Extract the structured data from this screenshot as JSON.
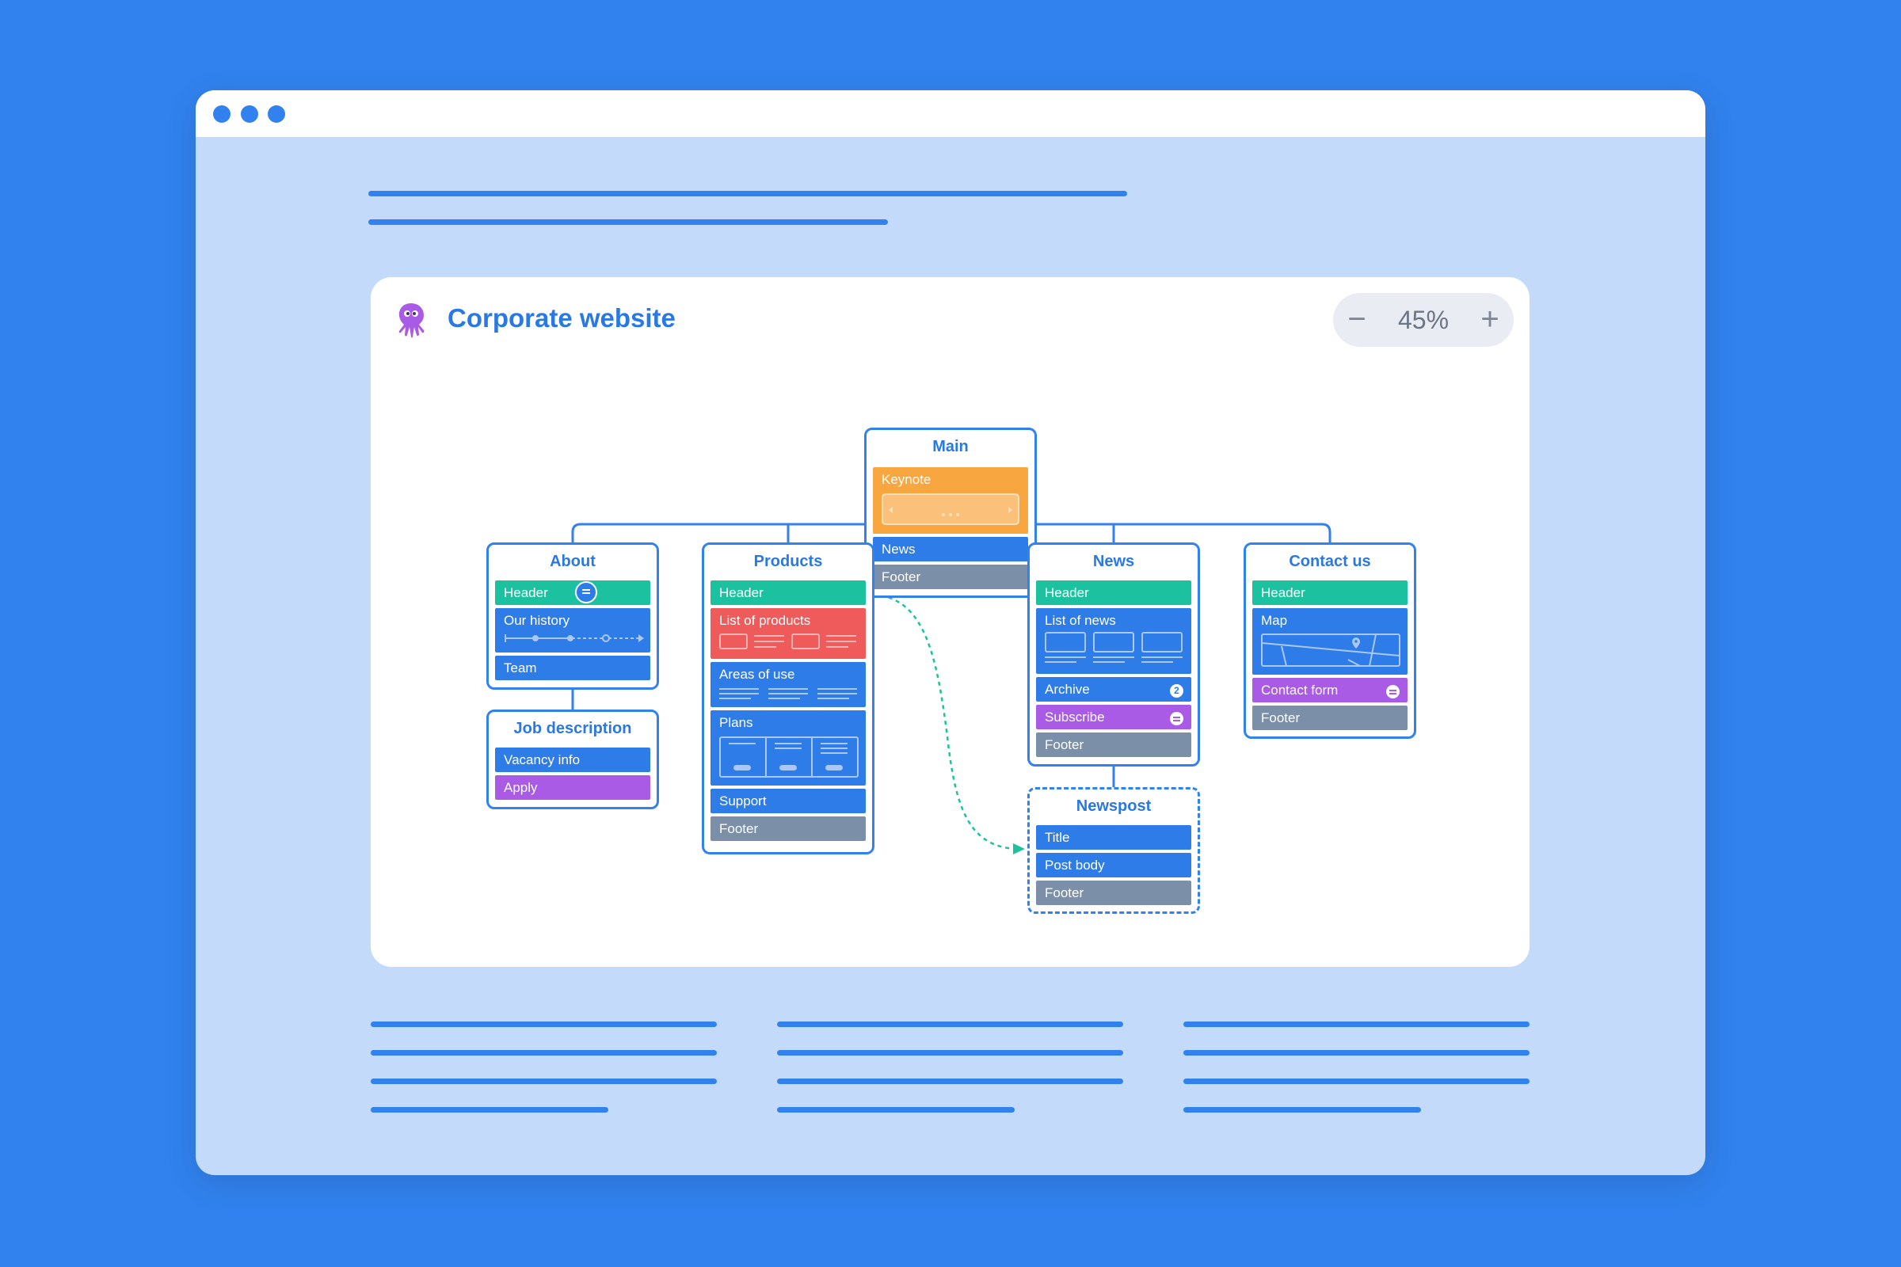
{
  "app": {
    "title": "Corporate website",
    "zoom": {
      "minus": "−",
      "value": "45%",
      "plus": "+"
    }
  },
  "colors": {
    "background": "#3182ee",
    "window": "#c3dafa",
    "accent": "#2a78e4",
    "header": "#1cc2a0",
    "section": "#2d7ce8",
    "highlight": "#ef5b5b",
    "keynote": "#f8a740",
    "form": "#a95be6",
    "footer": "#7b8fa9"
  },
  "icons": {
    "logo": "octopus-icon",
    "comment": "comment-icon",
    "map_pin": "map-pin-icon"
  },
  "nodes": {
    "main": {
      "title": "Main",
      "blocks": [
        "Keynote",
        "News",
        "Footer"
      ]
    },
    "about": {
      "title": "About",
      "blocks": [
        "Header",
        "Our history",
        "Team"
      ]
    },
    "job": {
      "title": "Job description",
      "blocks": [
        "Vacancy info",
        "Apply"
      ]
    },
    "products": {
      "title": "Products",
      "blocks": [
        "Header",
        "List of products",
        "Areas of use",
        "Plans",
        "Support",
        "Footer"
      ]
    },
    "news": {
      "title": "News",
      "blocks": [
        "Header",
        "List of news",
        "Archive",
        "Subscribe",
        "Footer"
      ],
      "archive_badge": "2"
    },
    "contact": {
      "title": "Contact us",
      "blocks": [
        "Header",
        "Map",
        "Contact form",
        "Footer"
      ]
    },
    "newspost": {
      "title": "Newspost",
      "blocks": [
        "Title",
        "Post body",
        "Footer"
      ]
    }
  }
}
